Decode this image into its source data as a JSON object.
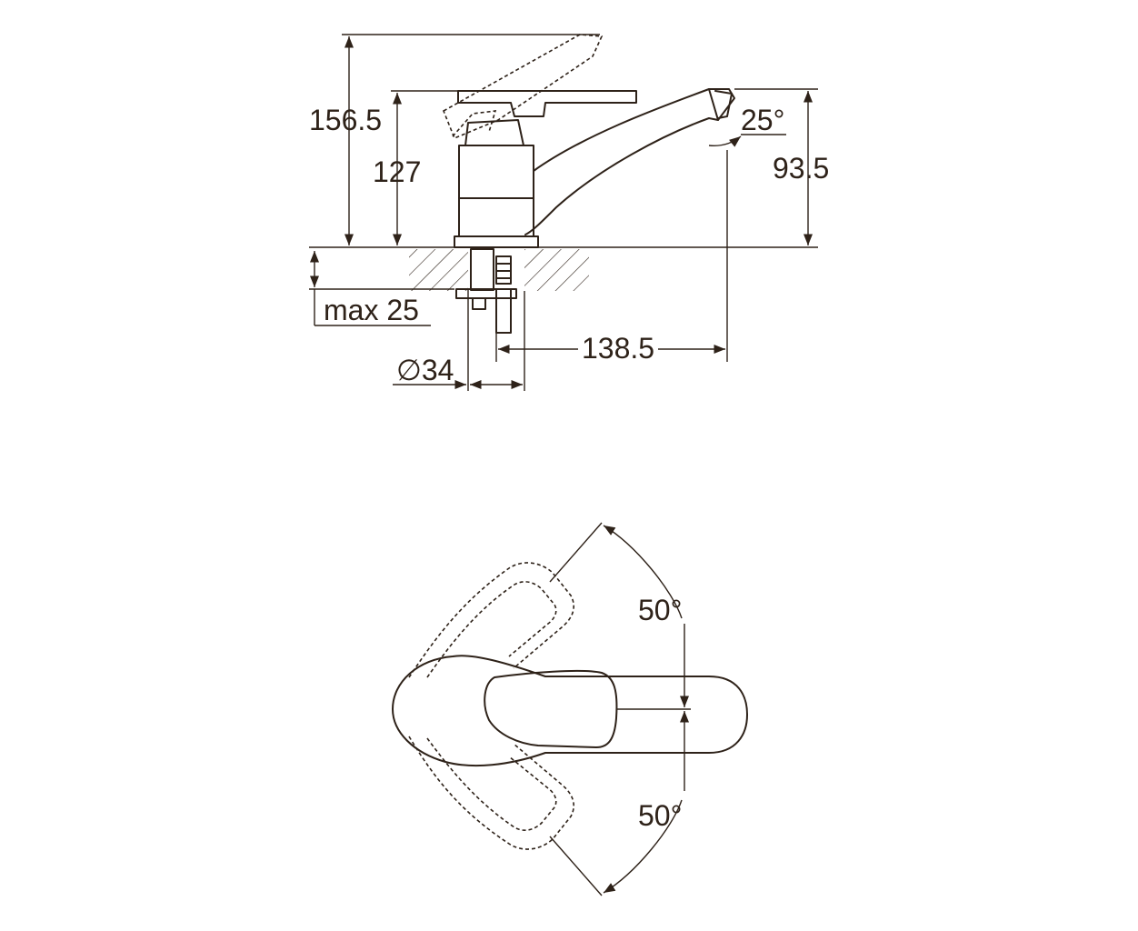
{
  "side_view": {
    "dim_total_height": "156.5",
    "dim_body_height": "127",
    "dim_spout_height": "93.5",
    "dim_spout_angle": "25°",
    "dim_max_thickness": "max 25",
    "dim_diameter": "∅34",
    "dim_spout_reach": "138.5"
  },
  "top_view": {
    "angle_upper": "50°",
    "angle_lower": "50°"
  }
}
